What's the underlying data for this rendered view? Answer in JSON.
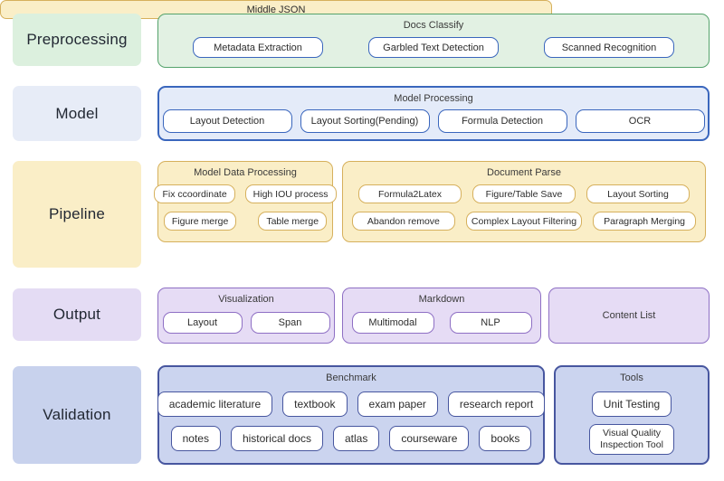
{
  "palette": {
    "green_fill": "#e2f1e3",
    "green_border": "#55a36c",
    "blue_fill": "#e4ebf9",
    "blue_border": "#3a66bd",
    "yellow_fill": "#faeec7",
    "yellow_border": "#d6b05c",
    "purple_fill": "#e6dcf5",
    "purple_border": "#8e6fc4",
    "periwinkle_fill": "#cbd4ef",
    "periwinkle_border": "#47569f"
  },
  "rows": {
    "preprocessing": {
      "label": "Preprocessing",
      "docs_classify": {
        "title": "Docs Classify",
        "items": [
          "Metadata Extraction",
          "Garbled Text Detection",
          "Scanned Recognition"
        ]
      }
    },
    "model": {
      "label": "Model",
      "model_processing": {
        "title": "Model Processing",
        "items": [
          "Layout Detection",
          "Layout Sorting(Pending)",
          "Formula Detection",
          "OCR"
        ]
      }
    },
    "pipeline": {
      "label": "Pipeline",
      "model_data_processing": {
        "title": "Model Data Processing",
        "row1": [
          "Fix ccoordinate",
          "High IOU process"
        ],
        "row2": [
          "Figure merge",
          "Table merge"
        ]
      },
      "document_parse": {
        "title": "Document Parse",
        "row1": [
          "Formula2Latex",
          "Figure/Table Save",
          "Layout Sorting"
        ],
        "row2": [
          "Abandon remove",
          "Complex Layout Filtering",
          "Paragraph Merging"
        ]
      },
      "middle_json": "Middle JSON"
    },
    "output": {
      "label": "Output",
      "visualization": {
        "title": "Visualization",
        "items": [
          "Layout",
          "Span"
        ]
      },
      "markdown": {
        "title": "Markdown",
        "items": [
          "Multimodal",
          "NLP"
        ]
      },
      "content_list": {
        "title": "Content List"
      }
    },
    "validation": {
      "label": "Validation",
      "benchmark": {
        "title": "Benchmark",
        "row1": [
          "academic literature",
          "textbook",
          "exam paper",
          "research report"
        ],
        "row2": [
          "notes",
          "historical docs",
          "atlas",
          "courseware",
          "books"
        ]
      },
      "tools": {
        "title": "Tools",
        "items": [
          "Unit Testing",
          "Visual Quality Inspection Tool"
        ]
      }
    }
  }
}
